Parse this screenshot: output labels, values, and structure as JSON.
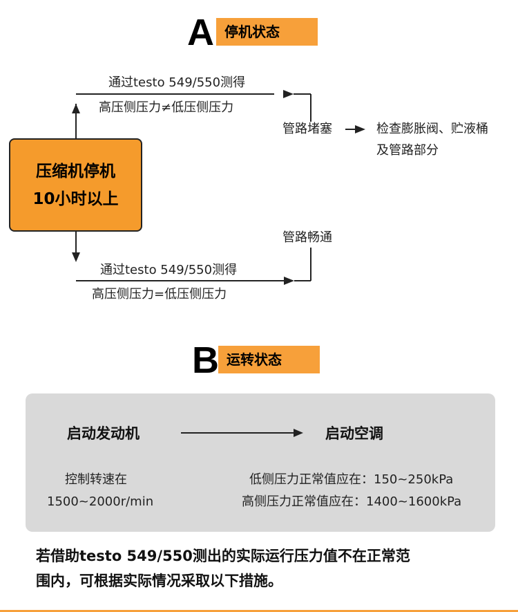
{
  "section_a": {
    "letter": "A",
    "label": "停机状态",
    "node": {
      "line1": "压缩机停机",
      "line2": "10小时以上"
    },
    "upper_branch": {
      "line1": "通过testo 549/550测得",
      "line2": "高压侧压力≠低压侧压力"
    },
    "blocked": "管路堵塞",
    "check": {
      "line1": "检查膨胀阀、贮液桶",
      "line2": "及管路部分"
    },
    "clear": "管路畅通",
    "lower_branch": {
      "line1": "通过testo 549/550测得",
      "line2": "高压侧压力=低压侧压力"
    }
  },
  "section_b": {
    "letter": "B",
    "label": "运转状态",
    "start_engine": "启动发动机",
    "start_ac": "启动空调",
    "speed": {
      "line1": "控制转速在",
      "line2": "1500~2000r/min"
    },
    "pressure": {
      "low": "低侧压力正常值应在：150~250kPa",
      "high": "高侧压力正常值应在：1400~1600kPa"
    }
  },
  "footer": {
    "line1": "若借助testo 549/550测出的实际运行压力值不在正常范",
    "line2": "围内，可根据实际情况采取以下措施。"
  },
  "colors": {
    "accent": "#f7a03a",
    "node_fill": "#f59b2c",
    "panel": "#d9d9d9"
  }
}
